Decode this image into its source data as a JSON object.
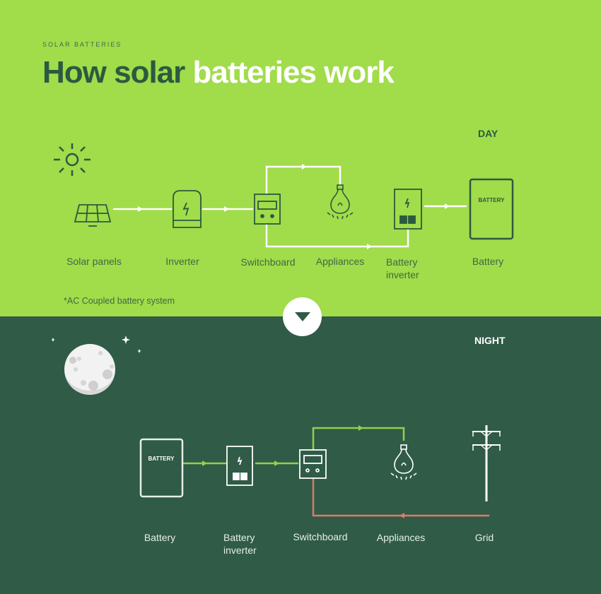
{
  "header": {
    "eyebrow": "SOLAR BATTERIES",
    "title_dark": "How solar",
    "title_light": "batteries work"
  },
  "colors": {
    "day_bg": "#a1dc4a",
    "night_bg": "#2f5b47",
    "grid_line": "#e07a6a",
    "night_line": "#8fd14f"
  },
  "day": {
    "tag": "DAY",
    "labels": {
      "solar_panels": "Solar panels",
      "inverter": "Inverter",
      "switchboard": "Switchboard",
      "appliances": "Appliances",
      "battery_inverter_1": "Battery",
      "battery_inverter_2": "inverter",
      "battery": "Battery"
    },
    "battery_text": "BATTERY",
    "note": "*AC Coupled battery system"
  },
  "toggle": {
    "icon": "triangle-down-icon"
  },
  "night": {
    "tag": "NIGHT",
    "labels": {
      "battery": "Battery",
      "battery_inverter_1": "Battery",
      "battery_inverter_2": "inverter",
      "switchboard": "Switchboard",
      "appliances": "Appliances",
      "grid": "Grid"
    },
    "battery_text": "BATTERY"
  }
}
